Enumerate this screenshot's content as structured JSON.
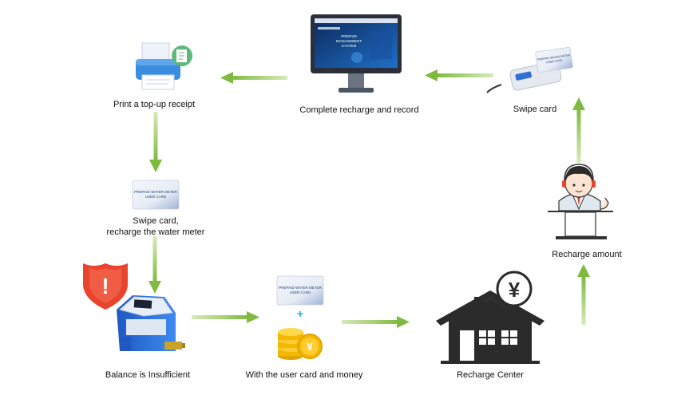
{
  "steps": {
    "print_receipt": {
      "label": "Print a top-up receipt"
    },
    "complete_record": {
      "label": "Complete recharge and record"
    },
    "swipe_card_top": {
      "label": "Swipe card"
    },
    "swipe_meter": {
      "label_line1": "Swipe card,",
      "label_line2": "recharge the water meter"
    },
    "recharge_amount": {
      "label": "Recharge amount"
    },
    "balance_insufficient": {
      "label": "Balance is Insufficient"
    },
    "user_card_money": {
      "label": "With the user card and money",
      "plus": "+"
    },
    "recharge_center": {
      "label": "Recharge Center"
    }
  },
  "card_text": {
    "line1": "PREPAID WATER METER",
    "line2": "USER CARD"
  },
  "monitor_screen": {
    "line1": "PREPAID",
    "line2": "MANAGEMENT",
    "line3": "SYSTEM"
  },
  "currency_symbol": "¥",
  "warning_symbol": "!",
  "colors": {
    "arrow": "#8cc152",
    "arrow_dark": "#6aa632",
    "printer": "#3b8de0",
    "house": "#2b2b2b",
    "coin": "#f5b800",
    "warning": "#e8442e",
    "meter": "#2f6fd6"
  },
  "icons": [
    "printer-icon",
    "monitor-icon",
    "card-reader-icon",
    "user-card-icon",
    "operator-icon",
    "water-meter-icon",
    "warning-shield-icon",
    "coins-icon",
    "house-icon",
    "yuan-icon"
  ]
}
